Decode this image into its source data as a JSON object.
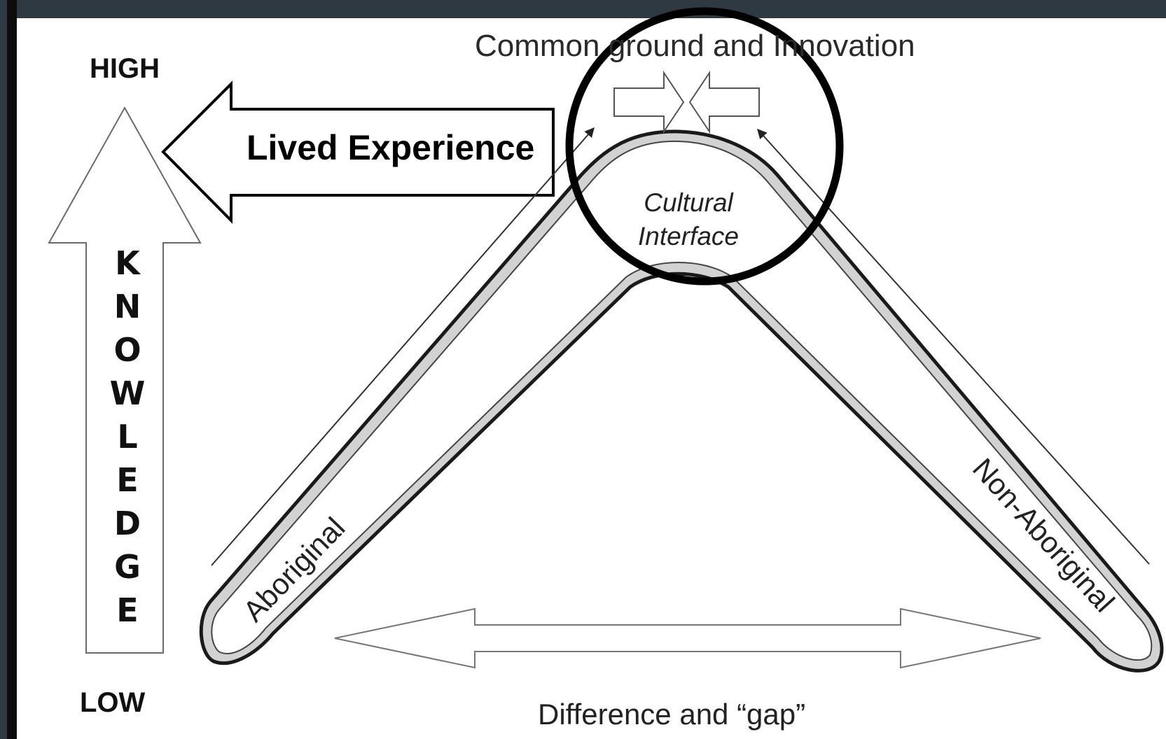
{
  "labels": {
    "high": "HIGH",
    "low": "LOW",
    "knowledge_letters": [
      "K",
      "N",
      "O",
      "W",
      "L",
      "E",
      "D",
      "G",
      "E"
    ],
    "common_ground": "Common ground and Innovation",
    "lived_experience": "Lived Experience",
    "cultural_interface_line1": "Cultural",
    "cultural_interface_line2": "Interface",
    "aboriginal": "Aboriginal",
    "non_aboriginal": "Non-Aboriginal",
    "difference_gap": "Difference and “gap”"
  },
  "colors": {
    "ink": "#111111",
    "boomerang_fill": "#d2d2d2",
    "frame_dark": "#2f3941"
  }
}
